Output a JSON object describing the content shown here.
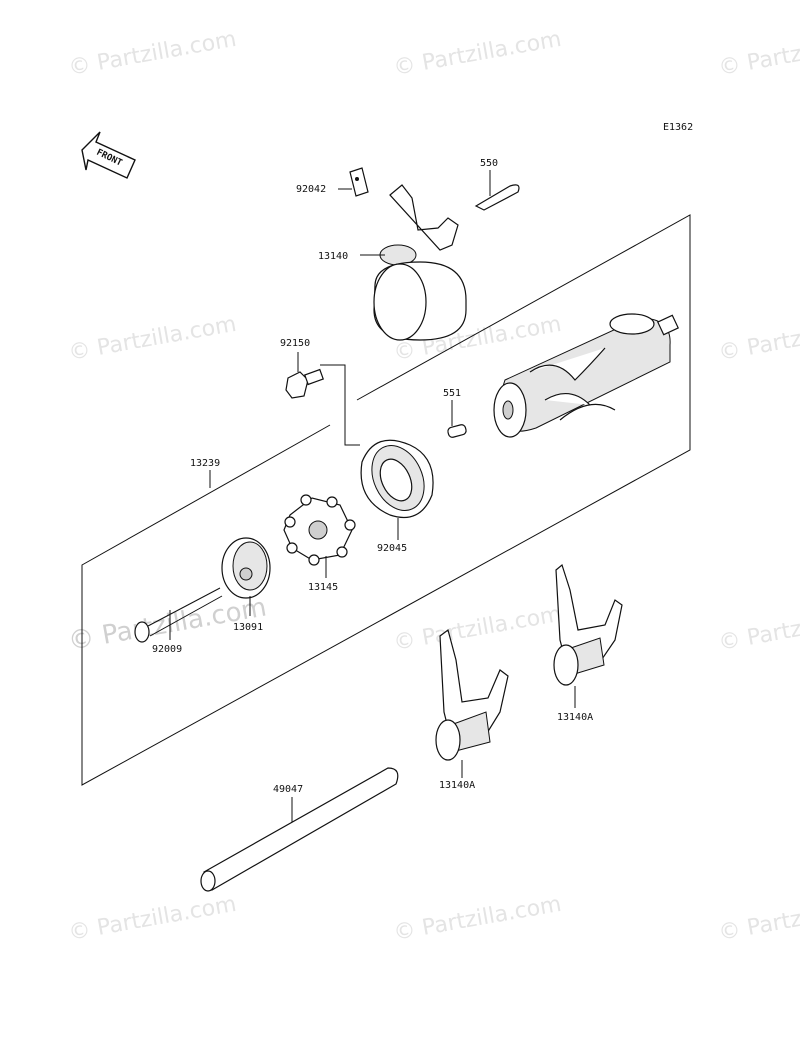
{
  "diagram_code": "E1362",
  "front_label": "FRONT",
  "watermark": "Partzilla.com",
  "watermark_featured": "Partzilla.com",
  "parts": {
    "p92042": "92042",
    "p550": "550",
    "p13140": "13140",
    "p92150": "92150",
    "p551": "551",
    "p13239": "13239",
    "p92045": "92045",
    "p13145": "13145",
    "p13091": "13091",
    "p92009": "92009",
    "p13140A_right": "13140A",
    "p13140A_left": "13140A",
    "p49047": "49047"
  }
}
